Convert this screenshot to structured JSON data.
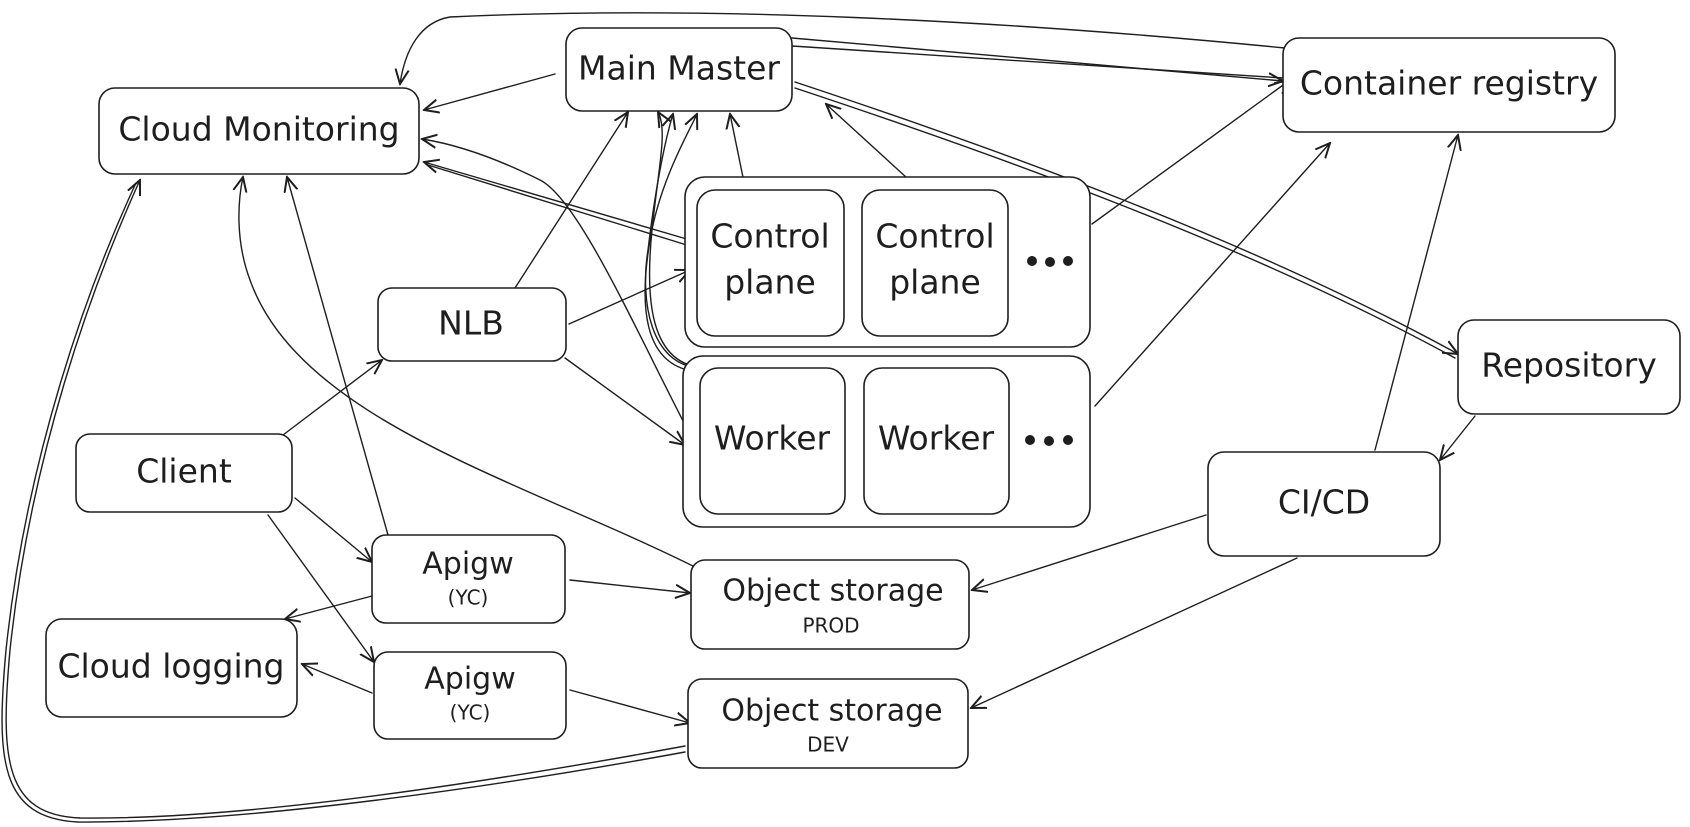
{
  "nodes": {
    "cloud_monitoring": "Cloud Monitoring",
    "main_master": "Main Master",
    "container_registry": "Container registry",
    "control_plane_1": [
      "Control",
      "plane"
    ],
    "control_plane_2": [
      "Control",
      "plane"
    ],
    "nlb": "NLB",
    "repository": "Repository",
    "worker_1": "Worker",
    "worker_2": "Worker",
    "client": "Client",
    "ci_cd": "CI/CD",
    "apigw_1": {
      "title": "Apigw",
      "sub": "(YC)"
    },
    "apigw_2": {
      "title": "Apigw",
      "sub": "(YC)"
    },
    "cloud_logging": "Cloud logging",
    "object_storage_prod": {
      "title": "Object storage",
      "sub": "PROD"
    },
    "object_storage_dev": {
      "title": "Object storage",
      "sub": "DEV"
    }
  },
  "colors": {
    "stroke": "#1e1e1e",
    "background": "#ffffff"
  }
}
